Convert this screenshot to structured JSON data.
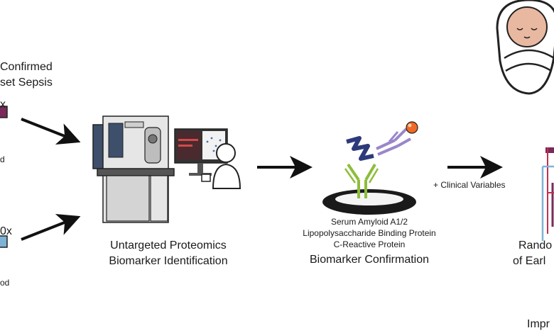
{
  "left": {
    "heading_line1": "Confirmed",
    "heading_line2": "set Sepsis",
    "top_fragment_x": "x",
    "top_fragment_od": "d",
    "bottom_fragment_x": "0x",
    "bottom_fragment_od": "od"
  },
  "proteomics": {
    "line1": "Untargeted Proteomics",
    "line2": "Biomarker Identification"
  },
  "confirmation": {
    "protein1": "Serum Amyloid A1/2",
    "protein2": "Lipopolysaccharide Binding Protein",
    "protein3": "C-Reactive Protein",
    "title": "Biomarker Confirmation"
  },
  "clinical": {
    "label": "+ Clinical Variables"
  },
  "right": {
    "line1": "Rando",
    "line2": "of Earl",
    "bottom": "Impr"
  },
  "colors": {
    "arrow": "#111111",
    "machine_body": "#e6e6e6",
    "machine_panel": "#3d4f6b",
    "antibody_green": "#8dbd3c",
    "antibody_purple": "#9b86c9",
    "antigen_navy": "#2d3a7a",
    "orange_ball": "#f06a24",
    "tree_red": "#c0304a",
    "tree_blue": "#7fb3d6",
    "tree_purple": "#7a2a5a",
    "baby_skin": "#e9b8a0"
  }
}
